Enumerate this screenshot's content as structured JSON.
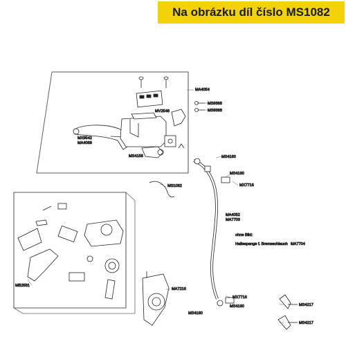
{
  "header": {
    "title": "Na obrázku díl číslo MS1082"
  },
  "colors": {
    "banner_bg": "#f3d20a",
    "part_label": "#c8102e",
    "line": "#222222"
  },
  "parts": {
    "MA4054": "MA4054",
    "MS9368_a": "MS9368",
    "MS9368_b": "MS9368",
    "MV2548": "MV2548",
    "MX9542": "MX9542",
    "MA4069": "MA4069",
    "MS4156": "MS4156",
    "MS4160_top": "MS4160",
    "MS4160_mid": "MS4160",
    "MS4160_low": "MS4160",
    "MS4160_bottom": "MS4160",
    "MX7716_a": "MX7716",
    "MX7716_b": "MX7716",
    "MS1082": "MS1082",
    "MA4052": "MA4052",
    "MA7703": "MA7703",
    "MA7704": "MA7704",
    "MB2581": "MB2581",
    "MA7216": "MA7216",
    "MS4217_a": "MS4217",
    "MS4217_b": "MS4217"
  },
  "notes": {
    "ohne_bild": "ohne Bild:",
    "haltespange": "Haltespange f. Bremsschlauch"
  }
}
